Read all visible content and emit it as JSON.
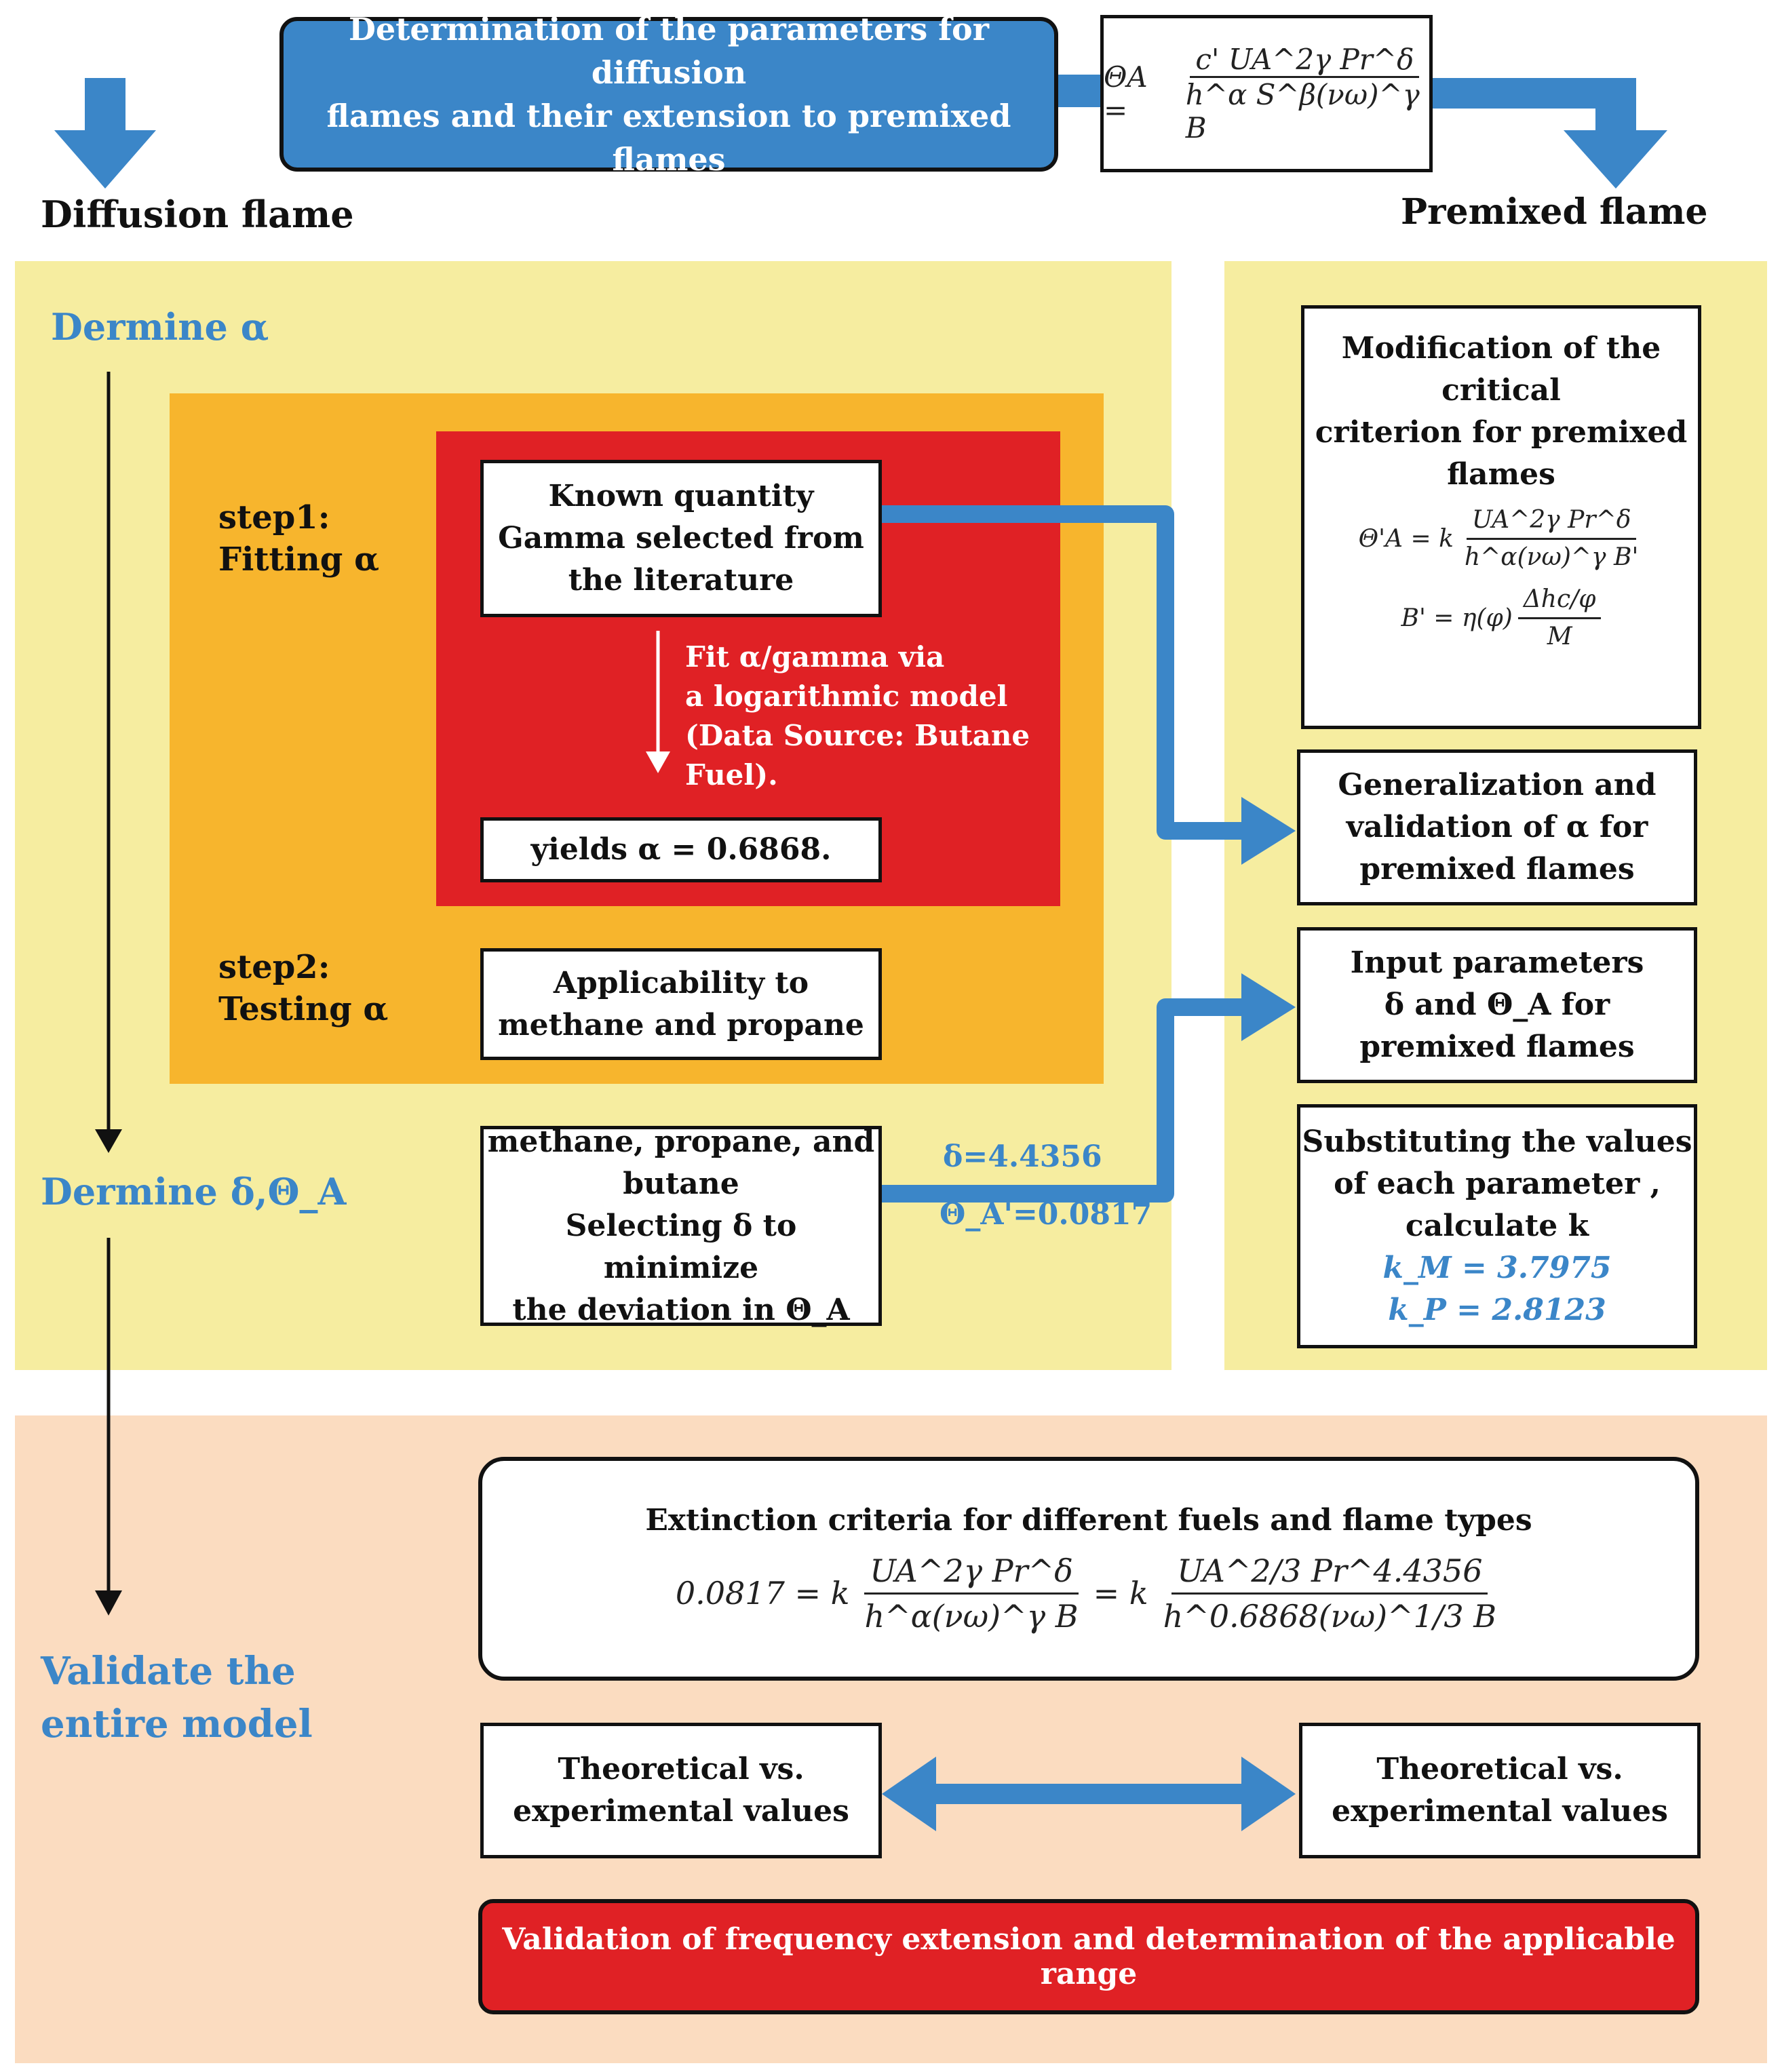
{
  "header": {
    "title_line1": "Determination of the parameters for diffusion",
    "title_line2": "flames and their extension to premixed flames",
    "formula_lhs": "ΘA =",
    "formula_num": "c' UA^2γ Pr^δ",
    "formula_den": "h^α S^β(νω)^γ B",
    "left_label": "Diffusion flame",
    "right_label": "Premixed flame"
  },
  "diffusion": {
    "determine_alpha": "Dermine α",
    "step1_line1": "step1:",
    "step1_line2": "Fitting α",
    "step2_line1": "step2:",
    "step2_line2": "Testing α",
    "known_quantity": [
      "Known quantity",
      "Gamma selected from",
      "the literature"
    ],
    "fit_text": [
      "Fit α/gamma via",
      "a logarithmic model",
      "(Data Source: Butane",
      "Fuel)."
    ],
    "yields": "yields α = 0.6868.",
    "applicability": [
      "Applicability to",
      "methane and propane"
    ],
    "determine_delta": "Dermine δ,Θ_A",
    "selecting": [
      "methane, propane, and",
      "butane",
      "Selecting δ  to minimize",
      "the deviation in Θ_A"
    ],
    "delta_value": "δ=4.4356",
    "theta_value": "Θ_A'=0.0817"
  },
  "premixed": {
    "modification": [
      "Modification of the",
      "critical",
      "criterion for premixed",
      "flames"
    ],
    "mod_formula1_lhs": "Θ'A = k",
    "mod_formula1_num": "UA^2γ Pr^δ",
    "mod_formula1_den": "h^α(νω)^γ B'",
    "mod_formula2_lhs": "B' = η(φ)",
    "mod_formula2_num": "Δhc/φ",
    "mod_formula2_den": "M",
    "generalization": [
      "Generalization and",
      "validation of α for",
      "premixed flames"
    ],
    "input_params": [
      "Input parameters",
      "δ and Θ_A for",
      "premixed flames"
    ],
    "substituting": [
      "Substituting the values",
      "of each parameter ,",
      "calculate k"
    ],
    "k_m": "k_M = 3.7975",
    "k_p": "k_P = 2.8123"
  },
  "validation": {
    "label_line1": "Validate the",
    "label_line2": "entire model",
    "extinction_title": "Extinction criteria for different fuels and flame types",
    "ext_lhs": "0.0817 = k",
    "ext_num1": "UA^2γ Pr^δ",
    "ext_den1": "h^α(νω)^γ B",
    "ext_mid": "= k",
    "ext_num2": "UA^2/3 Pr^4.4356",
    "ext_den2": "h^0.6868(νω)^1/3 B",
    "theoretical_left": [
      "Theoretical vs.",
      "experimental values"
    ],
    "theoretical_right": [
      "Theoretical vs.",
      "experimental values"
    ],
    "final": "Validation of frequency extension and determination of the applicable range"
  },
  "colors": {
    "blue": "#3b86c8",
    "yellow_panel": "#f6eda0",
    "peach_panel": "#fbdcc0",
    "orange": "#f7b52d",
    "red": "#e02125"
  }
}
